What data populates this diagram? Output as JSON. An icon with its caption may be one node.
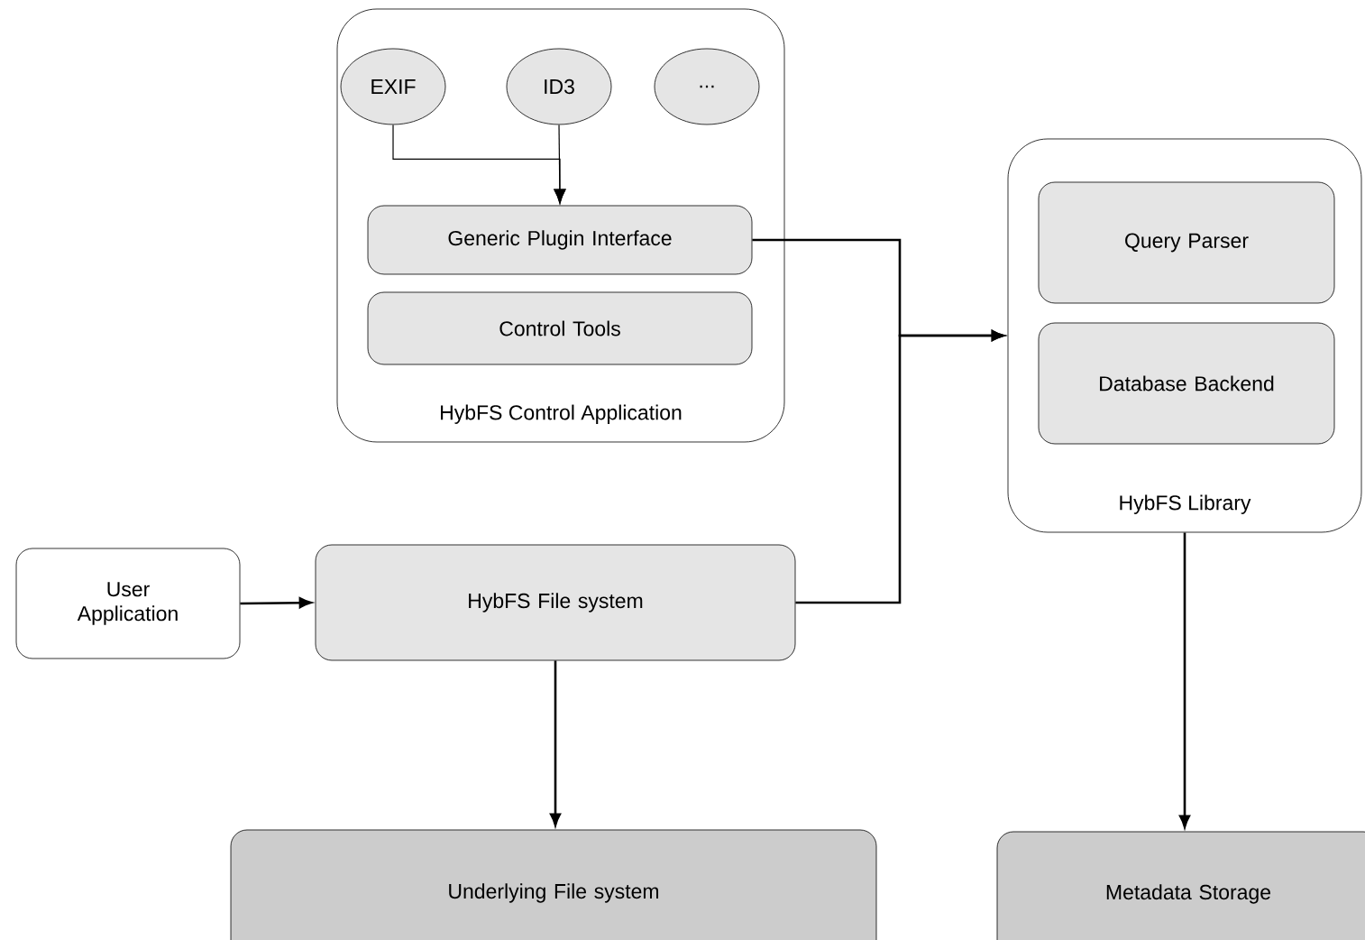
{
  "diagram": {
    "nodes": [
      {
        "text": [
          "HybFS Control Application"
        ]
      },
      {
        "text": [
          "EXIF"
        ],
        "in": 0
      },
      {
        "text": [
          "ID3"
        ],
        "in": 0
      },
      {
        "text": [
          "..."
        ],
        "in": 0
      },
      {
        "text": [
          "Generic Plugin Interface"
        ],
        "in": 0
      },
      {
        "text": [
          "Control Tools"
        ],
        "in": 0
      },
      {
        "text": [
          "HybFS Library"
        ]
      },
      {
        "text": [
          "Query Parser"
        ],
        "in": 6
      },
      {
        "text": [
          "Database Backend"
        ],
        "in": 6
      },
      {
        "text": [
          "User Application"
        ]
      },
      {
        "text": [
          "HybFS File system"
        ]
      },
      {
        "text": [
          "Underlying File system"
        ]
      },
      {
        "text": [
          "Metadata Storage"
        ]
      }
    ],
    "edges": [
      {
        "from": 1,
        "to": 4,
        "arrow": "to"
      },
      {
        "from": 2,
        "to": 4,
        "arrow": "to"
      },
      {
        "from": 4,
        "to": 6,
        "arrow": "to"
      },
      {
        "from": 10,
        "to": 6,
        "arrow": "to"
      },
      {
        "from": 9,
        "to": 10,
        "arrow": "to"
      },
      {
        "from": 10,
        "to": 11,
        "arrow": "to"
      },
      {
        "from": 6,
        "to": 12,
        "arrow": "to"
      }
    ]
  }
}
